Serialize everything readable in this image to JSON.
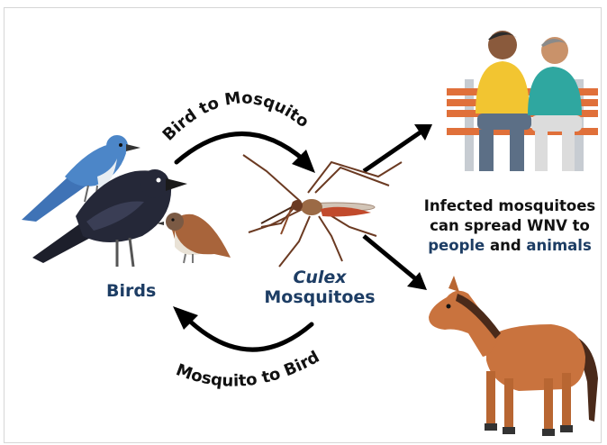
{
  "labels": {
    "bird_to_mosquito": "Bird to Mosquito",
    "mosquito_to_bird": "Mosquito to Bird",
    "birds": "Birds",
    "culex_italic": "Culex",
    "culex_rest": "Mosquitoes",
    "infected_line1": "Infected mosquitoes",
    "infected_line2": "can spread WNV to",
    "infected_people": "people",
    "infected_and": " and ",
    "infected_animals": "animals"
  },
  "icons": {
    "scrub_jay": "blue-jay-icon",
    "crow": "crow-icon",
    "sparrow": "sparrow-icon",
    "mosquito": "mosquito-icon",
    "people": "people-on-bench-icon",
    "horse": "horse-icon"
  },
  "colors": {
    "label_navy": "#1d3d64",
    "arrow": "#000000",
    "bench": "#e0703a",
    "horse": "#c9733e"
  }
}
